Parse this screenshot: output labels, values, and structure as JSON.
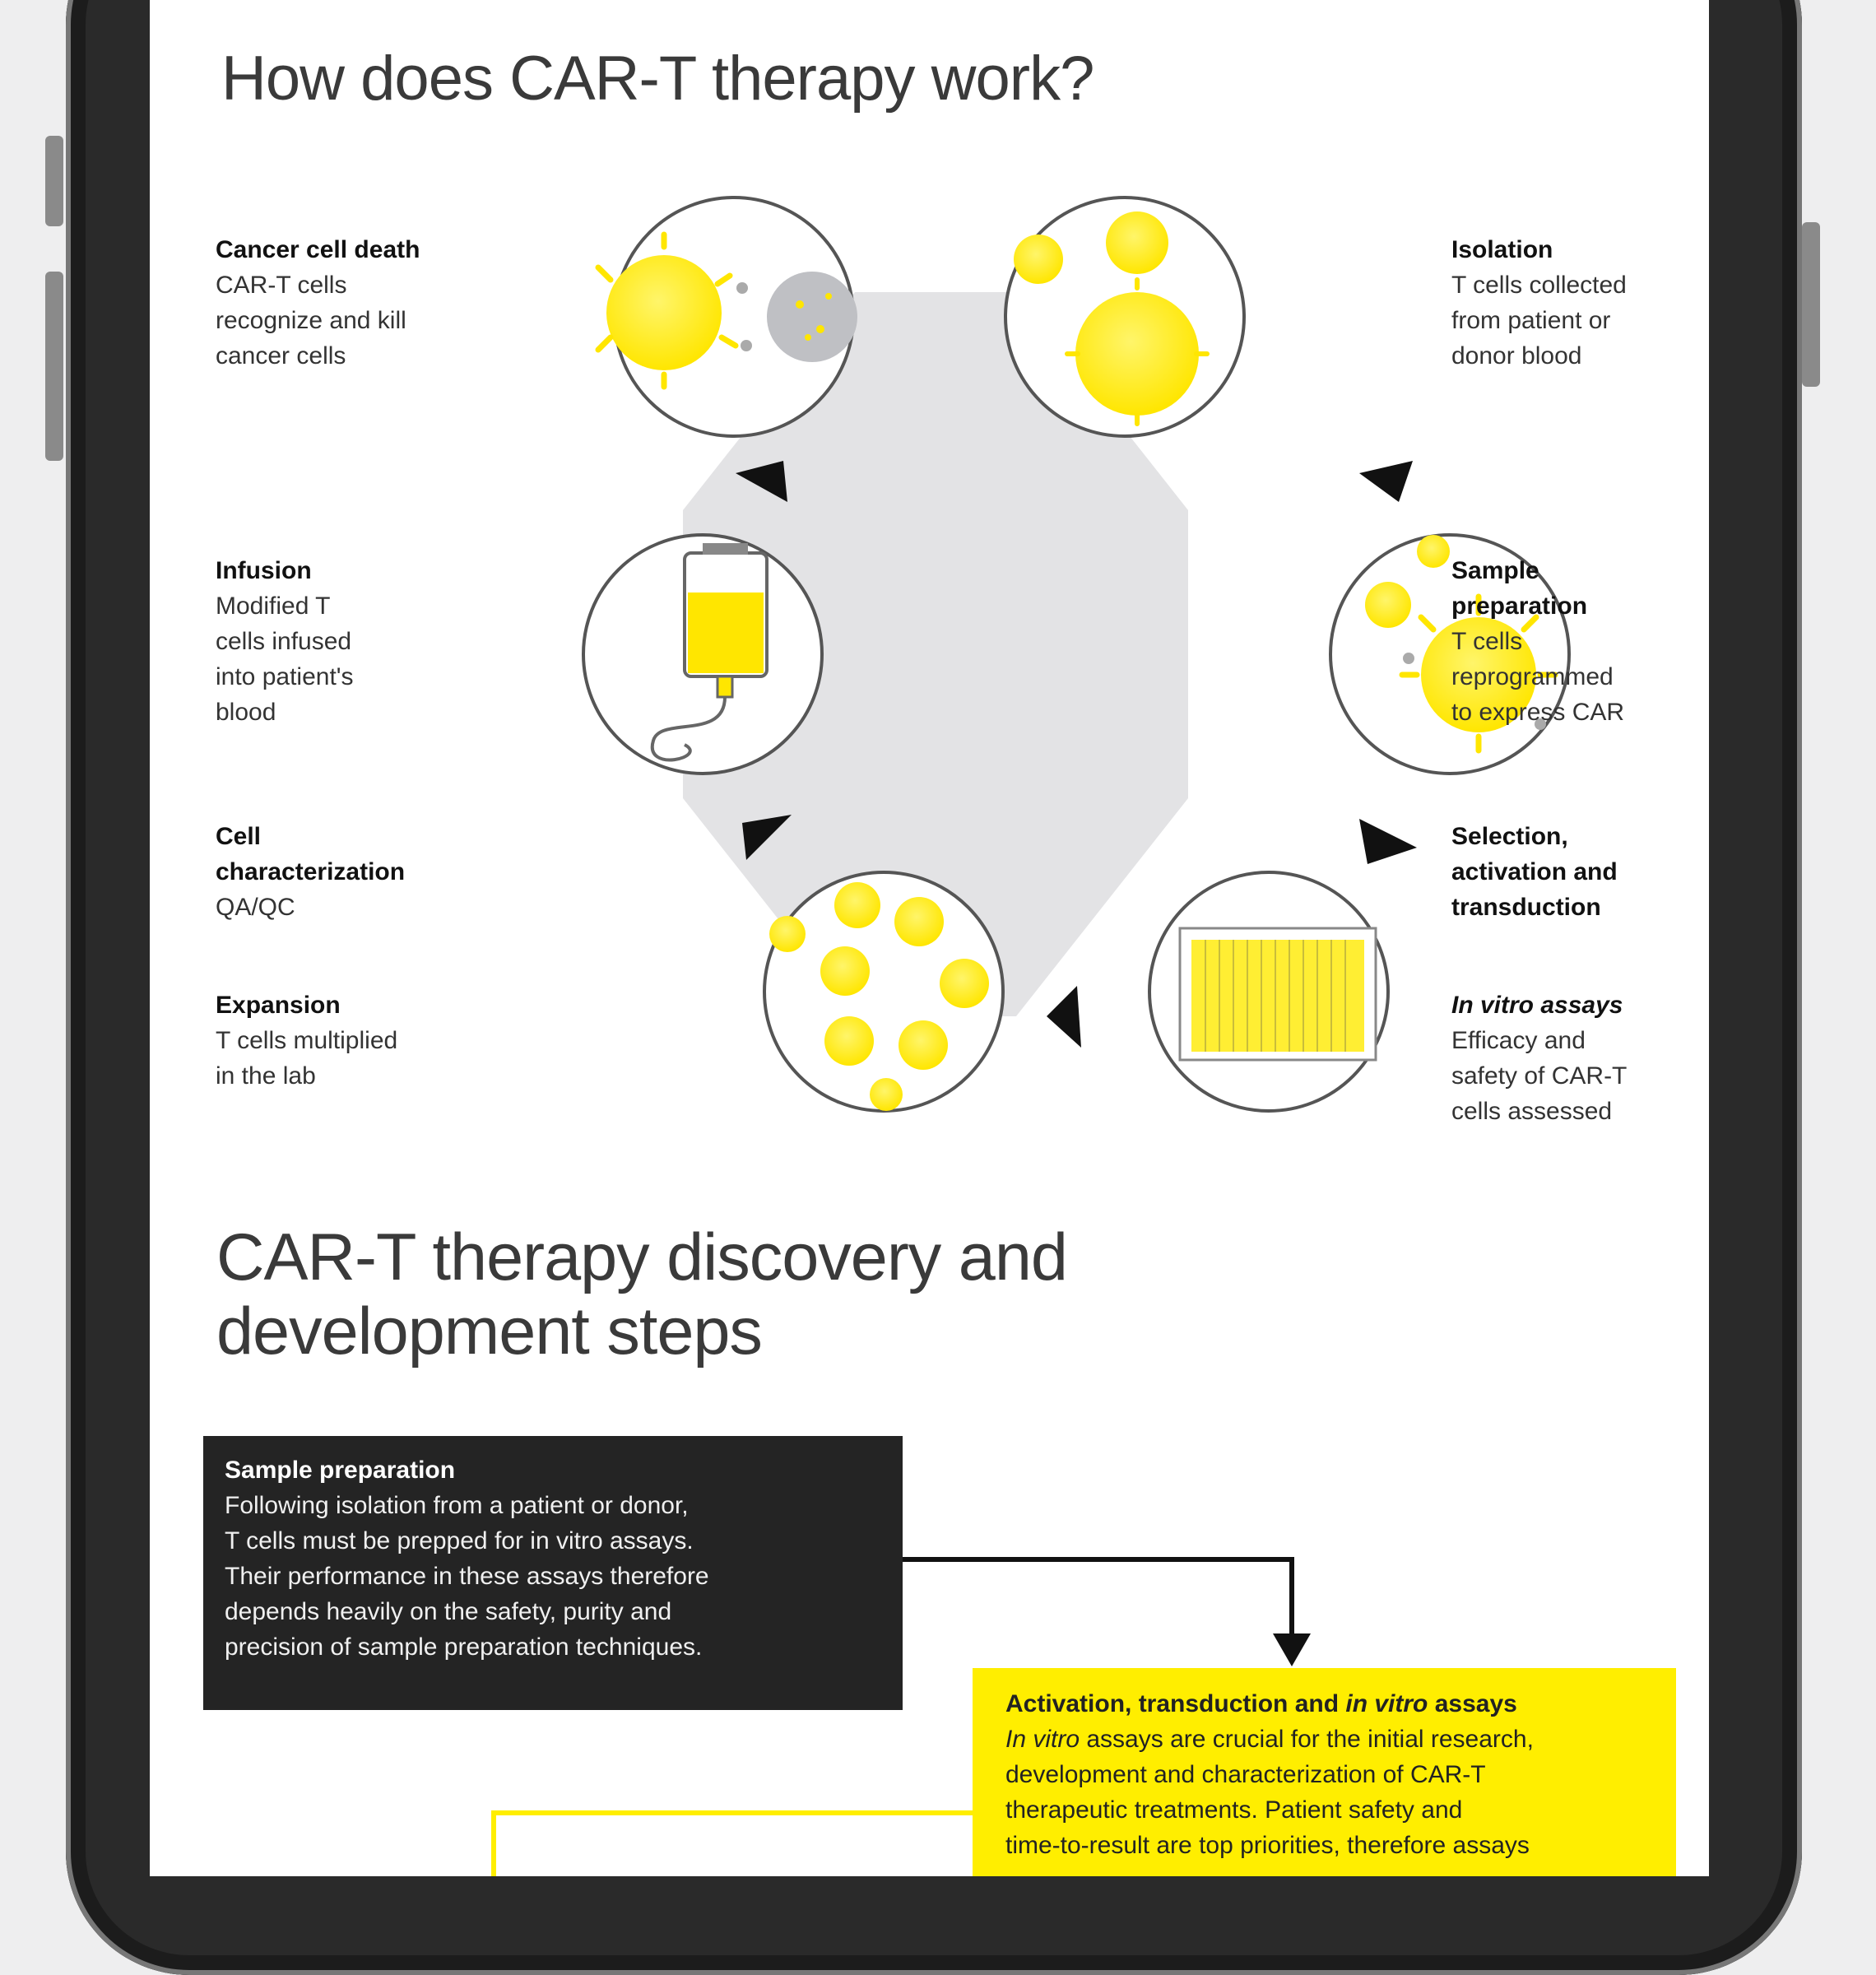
{
  "page": {
    "title": "How does CAR-T therapy work?",
    "section_title": "CAR-T therapy discovery and development steps"
  },
  "cycle_steps": [
    {
      "key": "isolation",
      "title": "Isolation",
      "lines": [
        "T cells collected",
        "from patient or",
        "donor blood"
      ]
    },
    {
      "key": "sample_preparation",
      "title_lines": [
        "Sample",
        "preparation"
      ],
      "lines": [
        "T cells",
        "reprogrammed",
        "to express CAR"
      ]
    },
    {
      "key": "selection",
      "title_lines": [
        "Selection,",
        "activation and",
        "transduction"
      ]
    },
    {
      "key": "in_vitro",
      "title": "In vitro assays",
      "lines": [
        "Efficacy and",
        "safety of CAR-T",
        "cells assessed"
      ]
    },
    {
      "key": "expansion",
      "title": "Expansion",
      "lines": [
        "T cells multiplied",
        "in the lab"
      ]
    },
    {
      "key": "characterization",
      "title_lines": [
        "Cell",
        "characterization"
      ],
      "lines": [
        "QA/QC"
      ]
    },
    {
      "key": "infusion",
      "title": "Infusion",
      "lines": [
        "Modified T",
        "cells infused",
        "into patient's",
        "blood"
      ]
    },
    {
      "key": "cancer_death",
      "title": "Cancer cell death",
      "lines": [
        "CAR-T cells",
        "recognize and kill",
        "cancer cells"
      ]
    }
  ],
  "cards": {
    "sample_prep": {
      "title": "Sample preparation",
      "lines": [
        "Following isolation from a patient or donor,",
        "T cells must be prepped for in vitro assays.",
        "Their performance in these assays therefore",
        "depends heavily on the safety, purity and",
        "precision of sample preparation techniques."
      ]
    },
    "activation": {
      "title_a": "Activation, transduction and ",
      "title_b": "in vitro",
      "title_c": " assays",
      "line1_a": "In vitro",
      "line1_b": " assays are crucial for the initial research,",
      "lines": [
        "development and characterization of CAR-T",
        "therapeutic treatments. Patient safety and",
        "time-to-result are top priorities, therefore assays"
      ]
    }
  },
  "colors": {
    "accent": "#ffee00",
    "dark": "#242424",
    "hex_fill": "#e3e3e5",
    "text": "#3a3a3a"
  },
  "icons": [
    "cancer-kill-icon",
    "isolation-cells-icon",
    "car-t-cell-icon",
    "infusion-bag-icon",
    "expansion-cells-icon",
    "assay-plate-icon",
    "cycle-arrow-icon"
  ]
}
